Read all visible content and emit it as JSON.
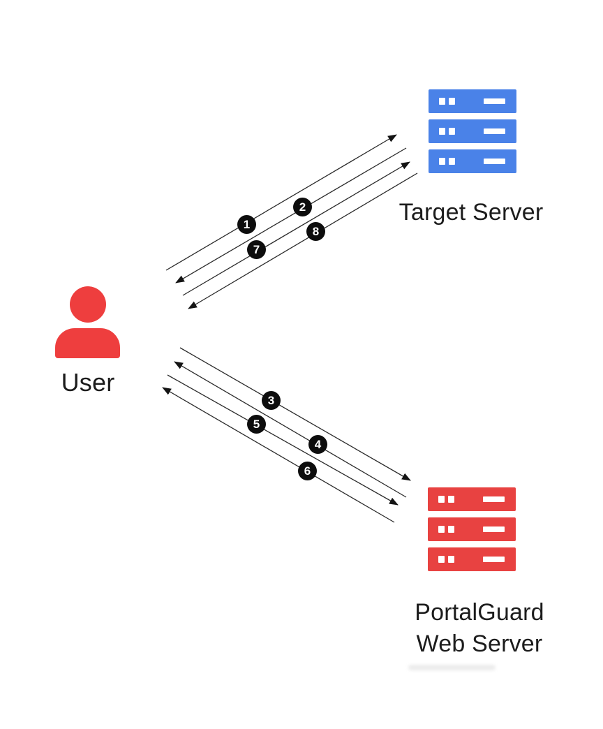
{
  "nodes": {
    "user": {
      "label": "User"
    },
    "target_server": {
      "label": "Target Server"
    },
    "portalguard_server": {
      "label_line1": "PortalGuard",
      "label_line2": "Web Server"
    }
  },
  "steps": [
    {
      "number": "1",
      "from": "User",
      "to": "Target Server"
    },
    {
      "number": "2",
      "from": "Target Server",
      "to": "User"
    },
    {
      "number": "3",
      "from": "User",
      "to": "PortalGuard Web Server"
    },
    {
      "number": "4",
      "from": "PortalGuard Web Server",
      "to": "User"
    },
    {
      "number": "5",
      "from": "User",
      "to": "PortalGuard Web Server"
    },
    {
      "number": "6",
      "from": "PortalGuard Web Server",
      "to": "User"
    },
    {
      "number": "7",
      "from": "User",
      "to": "Target Server"
    },
    {
      "number": "8",
      "from": "Target Server",
      "to": "User"
    }
  ],
  "palette": {
    "target_server_blue": "#4a82e8",
    "portalguard_server_red": "#e84241",
    "user_red": "#ee3e3e",
    "arrow_line": "#2b2b2b",
    "step_circle_bg": "#0d0d0d",
    "step_circle_text": "#ffffff",
    "label_text": "#1c1c1c",
    "background": "#ffffff"
  }
}
